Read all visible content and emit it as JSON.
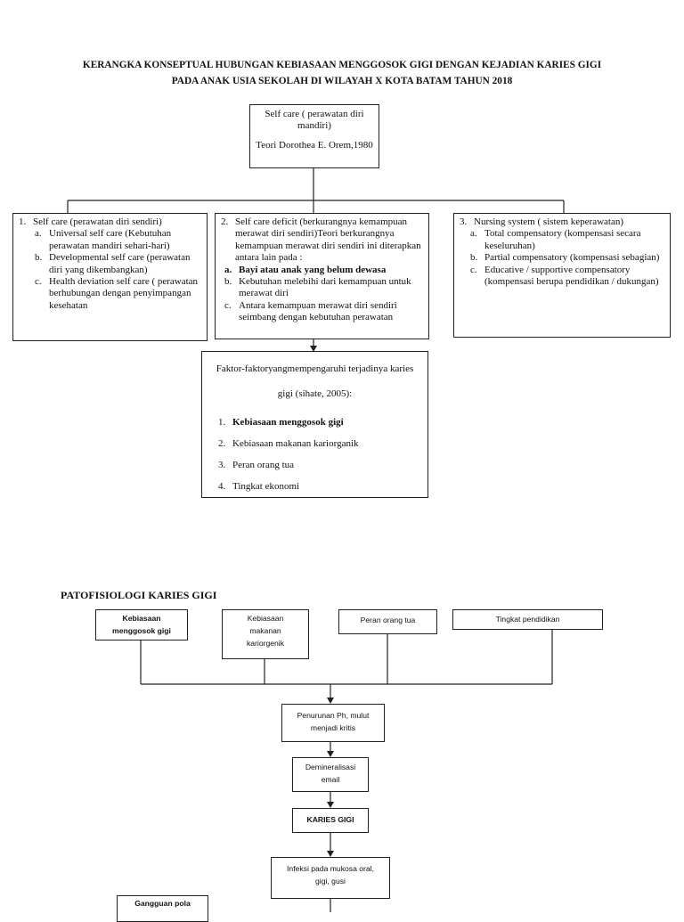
{
  "title": {
    "line1": "KERANGKA KONSEPTUAL HUBUNGAN KEBIASAAN MENGGOSOK GIGI DENGAN KEJADIAN KARIES GIGI",
    "line2": "PADA ANAK USIA SEKOLAH DI WILAYAH X KOTA BATAM TAHUN 2018"
  },
  "top_box": {
    "line1": "Self care ( perawatan diri mandiri)",
    "line2": "Teori Dorothea E. Orem,1980"
  },
  "box1": {
    "num": "1.",
    "head": "Self care (perawatan diri sendiri)",
    "items": [
      {
        "m": "a.",
        "t": "Universal self care (Kebutuhan perawatan mandiri sehari-hari)"
      },
      {
        "m": "b.",
        "t": "Developmental self care (perawatan diri yang dikembangkan)"
      },
      {
        "m": "c.",
        "t": "Health deviation self care ( perawatan berhubungan dengan penyimpangan kesehatan"
      }
    ]
  },
  "box2": {
    "num": "2.",
    "head": "Self care deficit (berkurangnya kemampuan merawat diri sendiri)Teori berkurangnya kemampuan merawat diri sendiri ini diterapkan antara lain pada :",
    "items": [
      {
        "m": "a.",
        "t": "Bayi atau anak yang belum dewasa"
      },
      {
        "m": "b.",
        "t": "Kebutuhan melebihi dari kemampuan untuk merawat diri"
      },
      {
        "m": "c.",
        "t": "Antara kemampuan merawat diri sendiri seimbang dengan kebutuhan perawatan"
      }
    ]
  },
  "box3": {
    "num": "3.",
    "head": "Nursing system ( sistem keperawatan)",
    "items": [
      {
        "m": "a.",
        "t": "Total compensatory (kompensasi secara keseluruhan)"
      },
      {
        "m": "b.",
        "t": "Partial compensatory (kompensasi sebagian)"
      },
      {
        "m": "c.",
        "t": "Educative / supportive compensatory (kompensasi berupa pendidikan /  dukungan)"
      }
    ]
  },
  "box4": {
    "head": "Faktor-faktoryangmempengaruhi terjadinya karies gigi (sihate, 2005):",
    "items": [
      {
        "m": "1.",
        "t": "Kebiasaan menggosok gigi"
      },
      {
        "m": "2.",
        "t": "Kebiasaan makanan kariorganik"
      },
      {
        "m": "3.",
        "t": "Peran orang tua"
      },
      {
        "m": "4.",
        "t": "Tingkat ekonomi"
      }
    ]
  },
  "pato": {
    "heading": "PATOFISIOLOGI KARIES GIGI",
    "a": "Kebiasaan menggosok gigi",
    "b": "Kebiasaan makanan kariorgenik",
    "c": "Peran orang tua",
    "d": "Tingkat pendidikan",
    "e": "Penurunan Ph, mulut menjadi kritis",
    "f": "Demineralisasi email",
    "g": "KARIES GIGI",
    "h": "Infeksi pada mukosa oral, gigi, gusi",
    "i": "Gangguan pola"
  }
}
